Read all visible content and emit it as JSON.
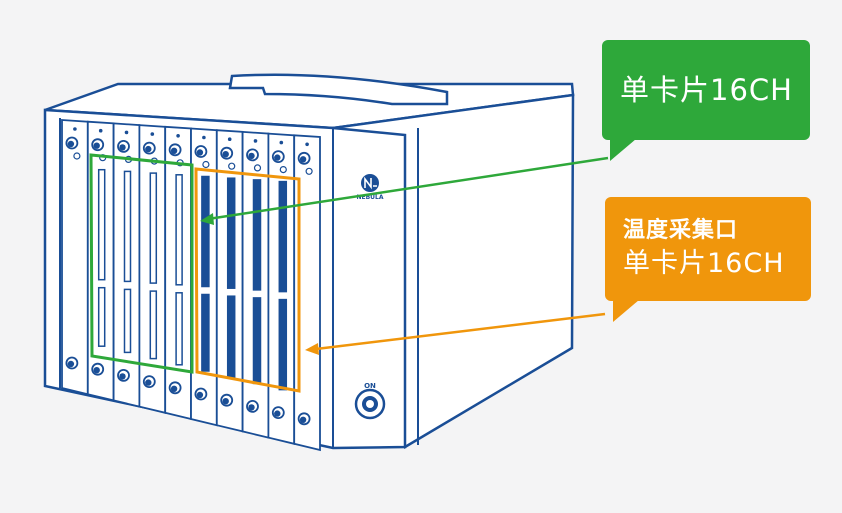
{
  "device": {
    "brand_label": "NEBULA",
    "power_label": "ON",
    "slot_count": 10,
    "color_outline": "#1a4e96",
    "color_body": "#ffffff",
    "color_accent": "#1a4e96"
  },
  "callouts": {
    "single_card": {
      "title": "",
      "text": "单卡片16CH",
      "color": "#2ea83a"
    },
    "temperature_card": {
      "title": "温度采集口",
      "text": "单卡片16CH",
      "color": "#f0960c"
    }
  }
}
